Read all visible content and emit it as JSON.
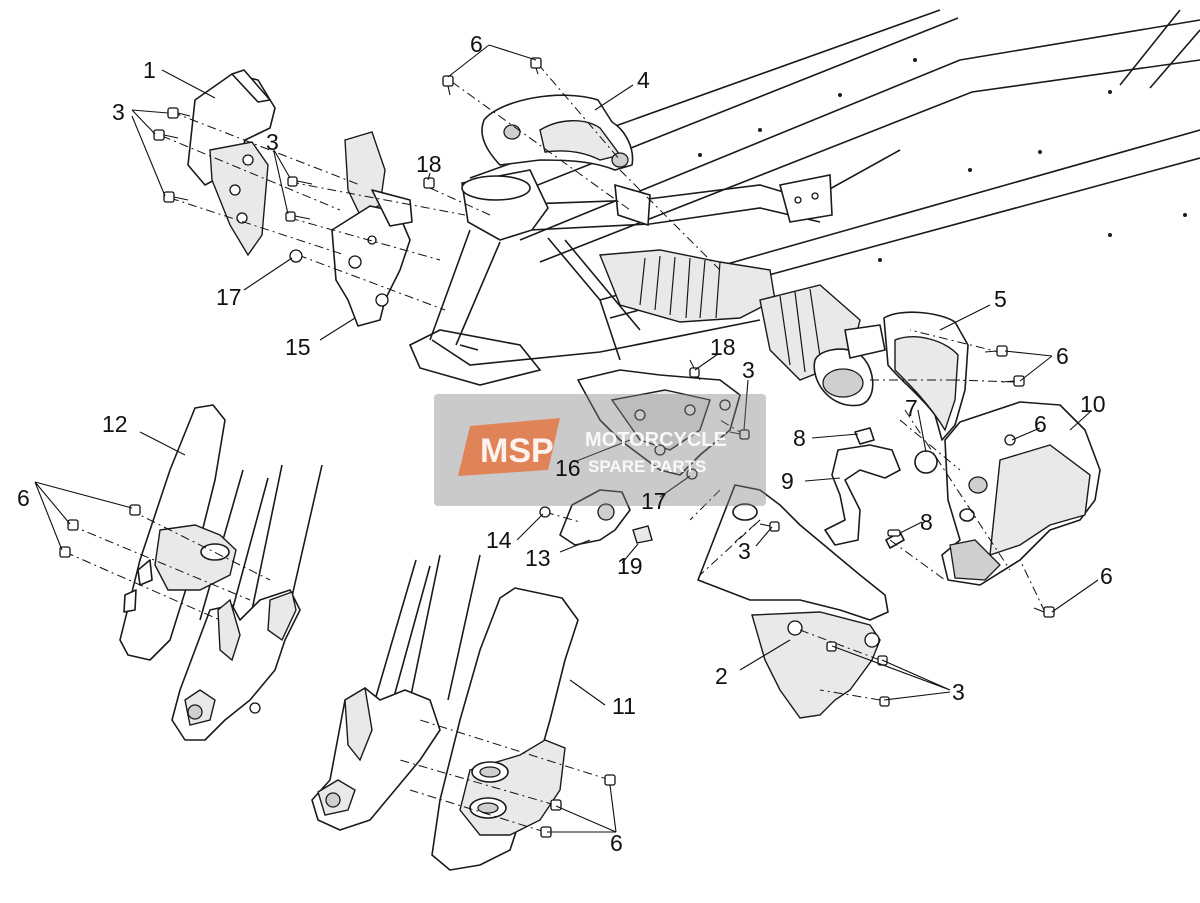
{
  "callouts": [
    {
      "id": "c1",
      "label": "1"
    },
    {
      "id": "c2",
      "label": "2"
    },
    {
      "id": "c3a",
      "label": "3"
    },
    {
      "id": "c3b",
      "label": "3"
    },
    {
      "id": "c3c",
      "label": "3"
    },
    {
      "id": "c3d",
      "label": "3"
    },
    {
      "id": "c3e",
      "label": "3"
    },
    {
      "id": "c4",
      "label": "4"
    },
    {
      "id": "c5",
      "label": "5"
    },
    {
      "id": "c6a",
      "label": "6"
    },
    {
      "id": "c6b",
      "label": "6"
    },
    {
      "id": "c6c",
      "label": "6"
    },
    {
      "id": "c6d",
      "label": "6"
    },
    {
      "id": "c6e",
      "label": "6"
    },
    {
      "id": "c6f",
      "label": "6"
    },
    {
      "id": "c7",
      "label": "7"
    },
    {
      "id": "c8a",
      "label": "8"
    },
    {
      "id": "c8b",
      "label": "8"
    },
    {
      "id": "c9",
      "label": "9"
    },
    {
      "id": "c10",
      "label": "10"
    },
    {
      "id": "c11",
      "label": "11"
    },
    {
      "id": "c12",
      "label": "12"
    },
    {
      "id": "c13",
      "label": "13"
    },
    {
      "id": "c14",
      "label": "14"
    },
    {
      "id": "c15",
      "label": "15"
    },
    {
      "id": "c16",
      "label": "16"
    },
    {
      "id": "c17a",
      "label": "17"
    },
    {
      "id": "c17b",
      "label": "17"
    },
    {
      "id": "c18a",
      "label": "18"
    },
    {
      "id": "c18b",
      "label": "18"
    },
    {
      "id": "c19",
      "label": "19"
    }
  ],
  "watermark": {
    "logo_text": "MSP",
    "line1": "MOTORCYCLE",
    "line2": "SPARE PARTS",
    "logo_color": "#e8703a",
    "box_color": "#808080"
  }
}
